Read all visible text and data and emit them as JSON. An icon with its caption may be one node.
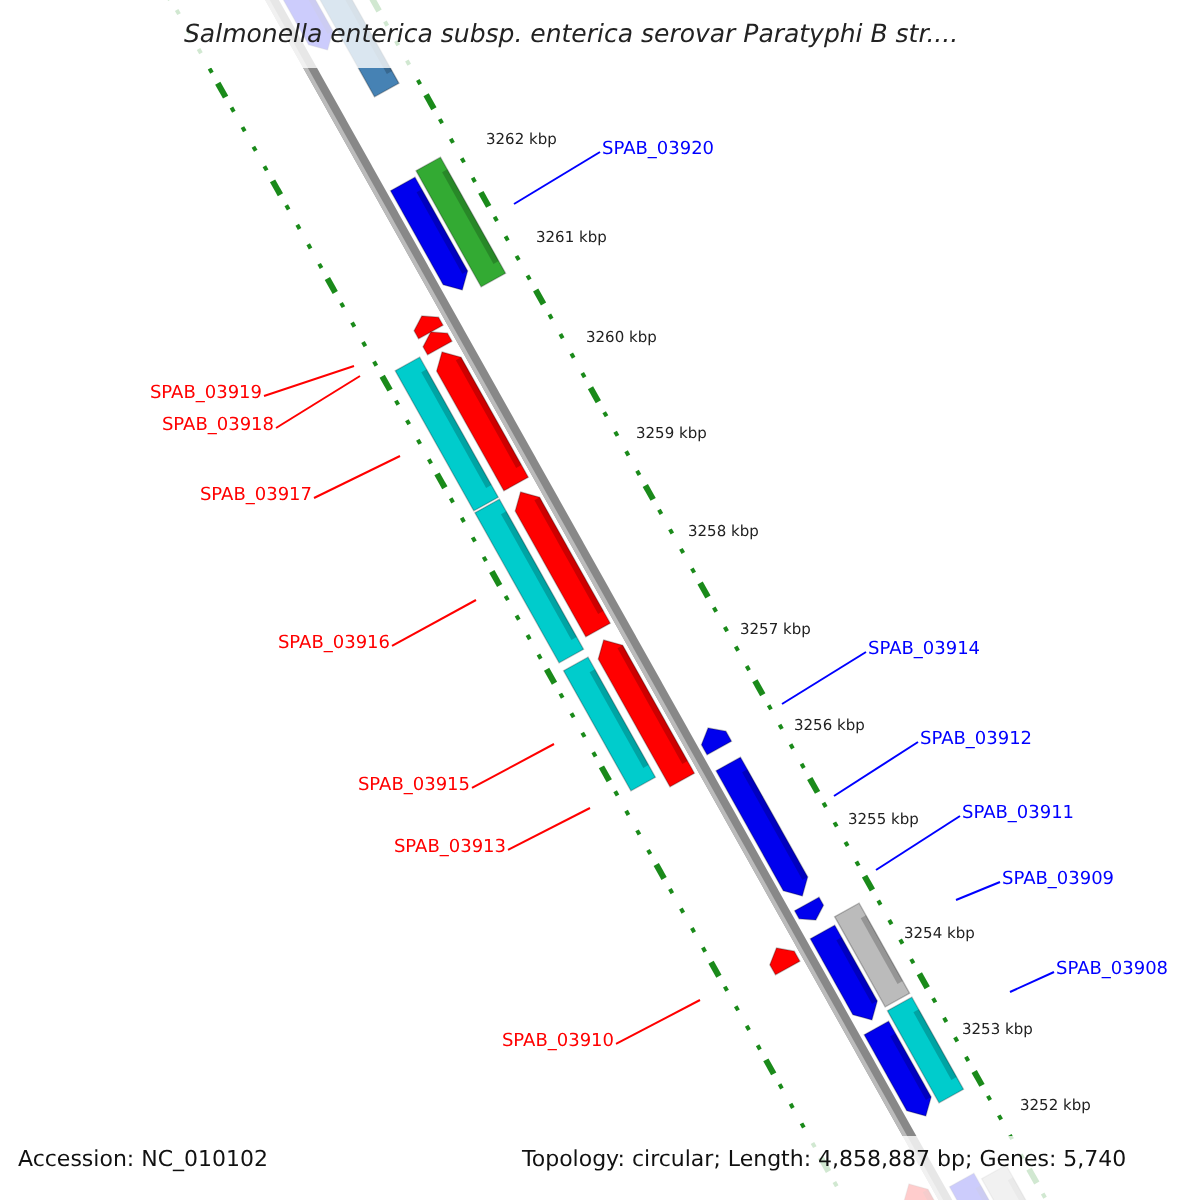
{
  "diagram": {
    "title": "Salmonella enterica subsp. enterica serovar Paratyphi B str....",
    "nodes": [
      {
        "text": [
          "SPAB_03920"
        ]
      },
      {
        "text": [
          "SPAB_03919"
        ]
      },
      {
        "text": [
          "SPAB_03918"
        ]
      },
      {
        "text": [
          "SPAB_03917"
        ]
      },
      {
        "text": [
          "SPAB_03916"
        ]
      },
      {
        "text": [
          "SPAB_03914"
        ]
      },
      {
        "text": [
          "SPAB_03915"
        ]
      },
      {
        "text": [
          "SPAB_03912"
        ]
      },
      {
        "text": [
          "SPAB_03911"
        ]
      },
      {
        "text": [
          "SPAB_03913"
        ]
      },
      {
        "text": [
          "SPAB_03909"
        ]
      },
      {
        "text": [
          "SPAB_03908"
        ]
      },
      {
        "text": [
          "SPAB_03910"
        ]
      }
    ],
    "edges": [
      {
        "from": 0,
        "to": null,
        "arrow": "none",
        "color": "#0000ff"
      },
      {
        "from": 1,
        "to": null,
        "arrow": "none"
      },
      {
        "from": 2,
        "to": null,
        "arrow": "none"
      },
      {
        "from": 3,
        "to": null,
        "arrow": "none"
      },
      {
        "from": 4,
        "to": null,
        "arrow": "none"
      },
      {
        "from": 5,
        "to": null,
        "arrow": "none",
        "color": "#0000ff"
      },
      {
        "from": 6,
        "to": null,
        "arrow": "none"
      },
      {
        "from": 7,
        "to": null,
        "arrow": "none",
        "color": "#0000ff"
      },
      {
        "from": 8,
        "to": null,
        "arrow": "none",
        "color": "#0000ff"
      },
      {
        "from": 9,
        "to": null,
        "arrow": "none"
      },
      {
        "from": 10,
        "to": null,
        "arrow": "none",
        "color": "#0000ff"
      },
      {
        "from": 11,
        "to": null,
        "arrow": "none",
        "color": "#0000ff"
      },
      {
        "from": 12,
        "to": null,
        "arrow": "none"
      }
    ],
    "labels": [
      "3262 kbp",
      "3261 kbp",
      "3260 kbp",
      "3259 kbp",
      "3258 kbp",
      "3257 kbp",
      "3256 kbp",
      "3255 kbp",
      "3254 kbp",
      "3253 kbp",
      "3252 kbp",
      "Accession: NC_010102",
      "Topology: circular; Length: 4,858,887 bp; Genes: 5,740"
    ]
  }
}
